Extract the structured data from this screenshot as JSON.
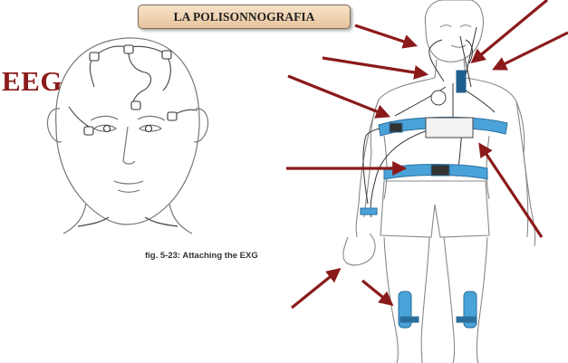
{
  "title": "LA POLISONNOGRAFIA",
  "eeg_label": "EEG",
  "caption": "fig. 5-23: Attaching the EXG",
  "colors": {
    "arrow": "#8b1a1a",
    "belt": "#4aa3d8",
    "title_bg": "#f0d2b0",
    "outline": "#666666"
  },
  "icons": [
    "head-drawing",
    "body-drawing",
    "pointer-arrow",
    "electrode"
  ]
}
